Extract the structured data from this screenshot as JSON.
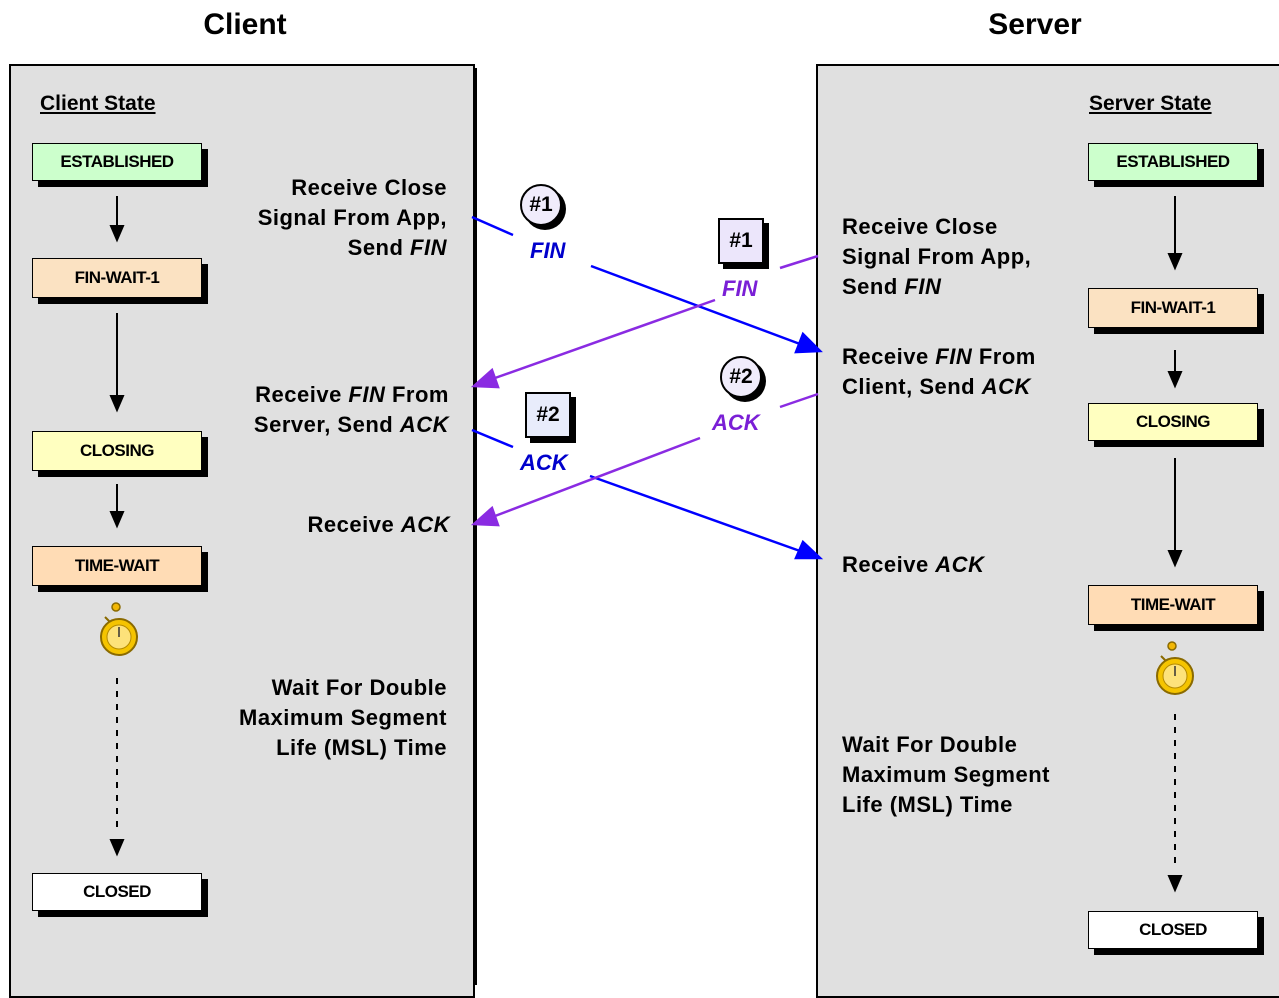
{
  "headings": {
    "client": "Client",
    "server": "Server"
  },
  "client": {
    "state_title": "Client State",
    "states": [
      "ESTABLISHED",
      "FIN-WAIT-1",
      "CLOSING",
      "TIME-WAIT",
      "CLOSED"
    ],
    "events": {
      "close": [
        "Receive Close",
        "Signal From App,",
        "Send "
      ],
      "close_fin": "FIN",
      "recv_fin_1": "Receive ",
      "recv_fin_fin": "FIN",
      "recv_fin_2": " From",
      "recv_fin_3": "Server, Send ",
      "recv_fin_ack": "ACK",
      "recv_ack": "Receive ",
      "recv_ack_ack": "ACK",
      "wait": [
        "Wait For Double",
        "Maximum Segment",
        "Life (MSL) Time"
      ]
    }
  },
  "server": {
    "state_title": "Server State",
    "states": [
      "ESTABLISHED",
      "FIN-WAIT-1",
      "CLOSING",
      "TIME-WAIT",
      "CLOSED"
    ],
    "events": {
      "close": [
        "Receive Close",
        "Signal From App,",
        "Send "
      ],
      "close_fin": "FIN",
      "recv_fin_1": "Receive ",
      "recv_fin_fin": "FIN",
      "recv_fin_2": " From",
      "recv_fin_3": "Client, Send ",
      "recv_fin_ack": "ACK",
      "recv_ack": "Receive ",
      "recv_ack_ack": "ACK",
      "wait": [
        "Wait For Double",
        "Maximum Segment",
        "Life (MSL) Time"
      ]
    }
  },
  "messages": {
    "client_fin": {
      "badge": "#1",
      "label": "FIN"
    },
    "server_fin": {
      "badge": "#1",
      "label": "FIN"
    },
    "server_ack": {
      "badge": "#2",
      "label": "ACK"
    },
    "client_ack": {
      "badge": "#2",
      "label": "ACK"
    }
  },
  "colors": {
    "client_msg": "#0000ff",
    "server_msg": "#8a2be2",
    "client_text": "#0000cc",
    "server_text": "#7a1fd6"
  },
  "icons": [
    "stopwatch-icon"
  ]
}
